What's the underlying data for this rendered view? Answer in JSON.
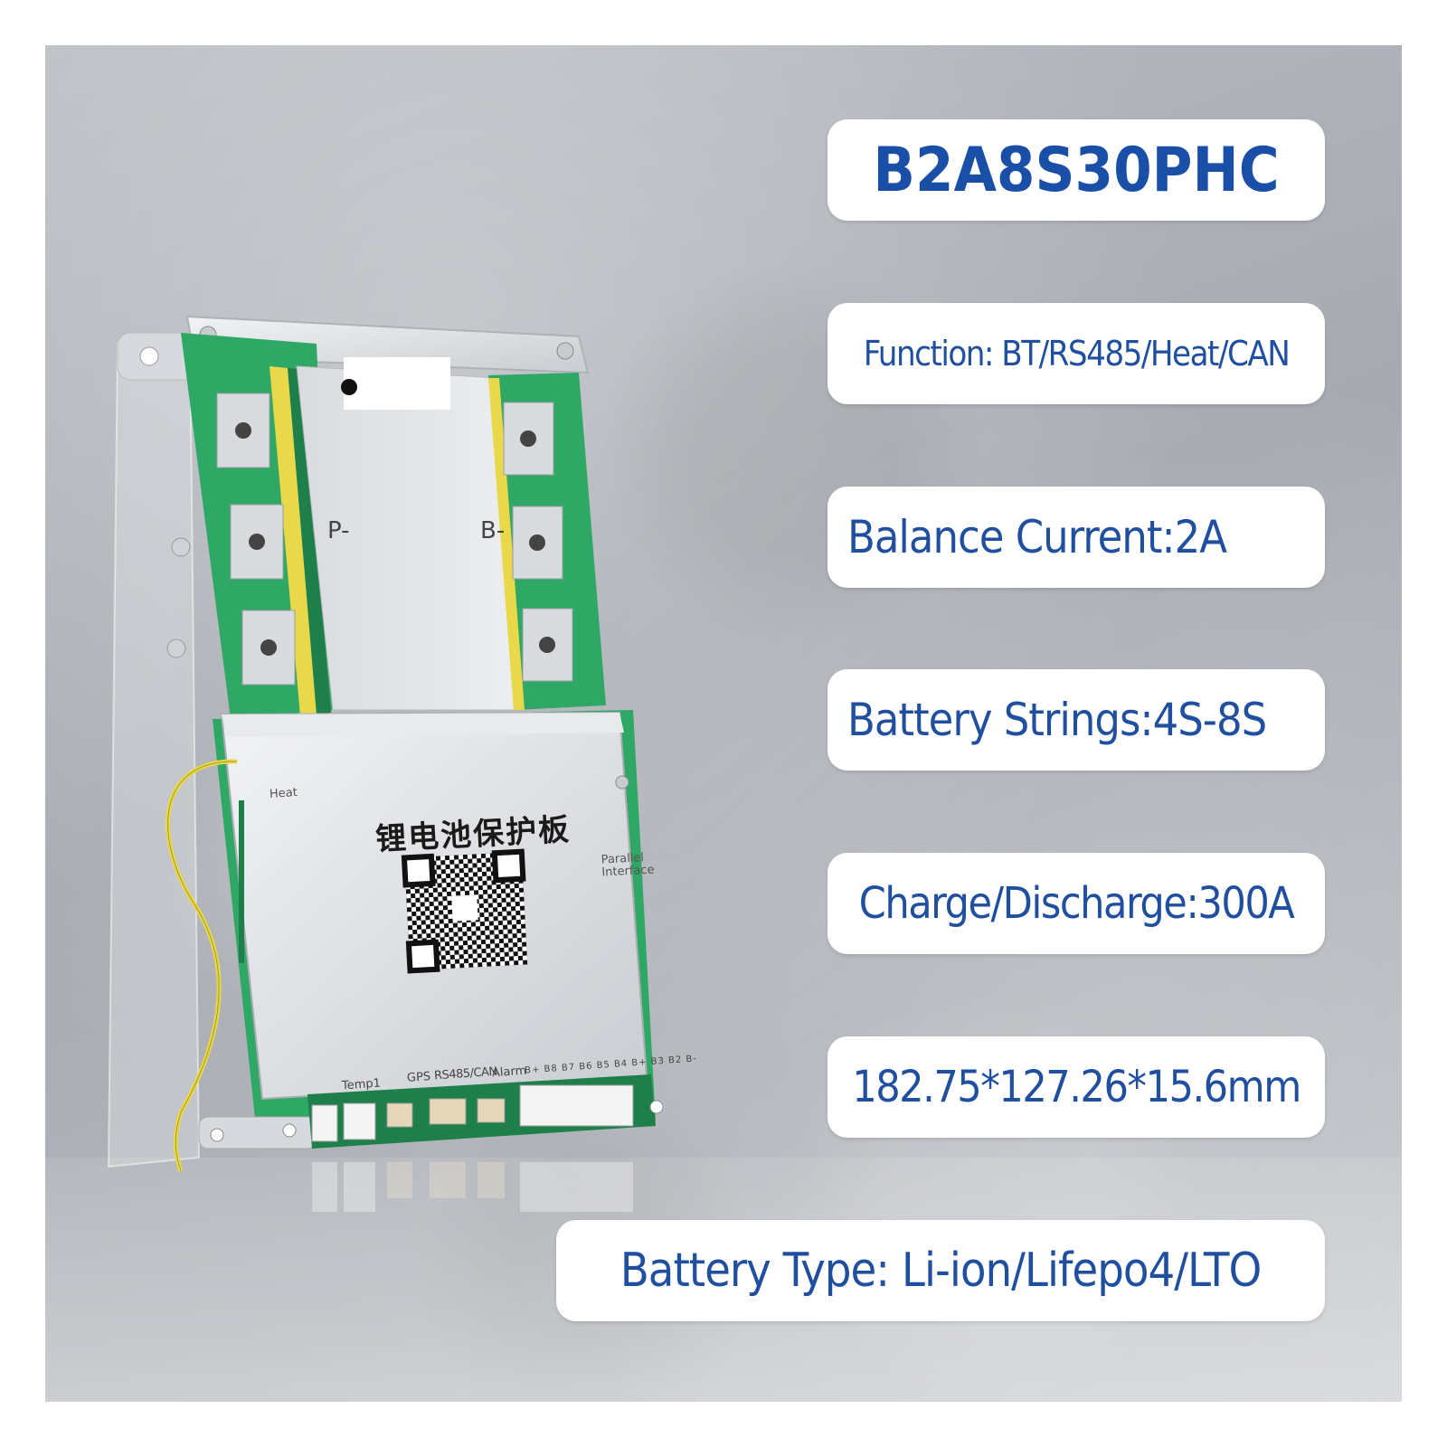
{
  "specs": {
    "model": "B2A8S30PHC",
    "function": "Function: BT/RS485/Heat/CAN",
    "balance_current": "Balance Current:2A",
    "battery_strings": "Battery Strings:4S-8S",
    "charge_discharge": "Charge/Discharge:300A",
    "dimensions": "182.75*127.26*15.6mm",
    "battery_type": "Battery Type: Li-ion/Lifepo4/LTO"
  },
  "board": {
    "terminal_p": "P-",
    "terminal_b": "B-",
    "title_cn": "锂电池保护板",
    "heat": "Heat",
    "parallel_interface": "Parallel Interface",
    "ports": {
      "temp": "Temp1",
      "gps": "GPS",
      "rs485_can": "RS485/CAN",
      "alarm": "Alarm",
      "pins": "B+ B8 B7 B6 B5 B4 B+ B3 B2 B-"
    }
  },
  "colors": {
    "pill_text": "#1f4f9e",
    "pcb_green": "#2fa866",
    "heat_wire": "#e8d84a"
  }
}
